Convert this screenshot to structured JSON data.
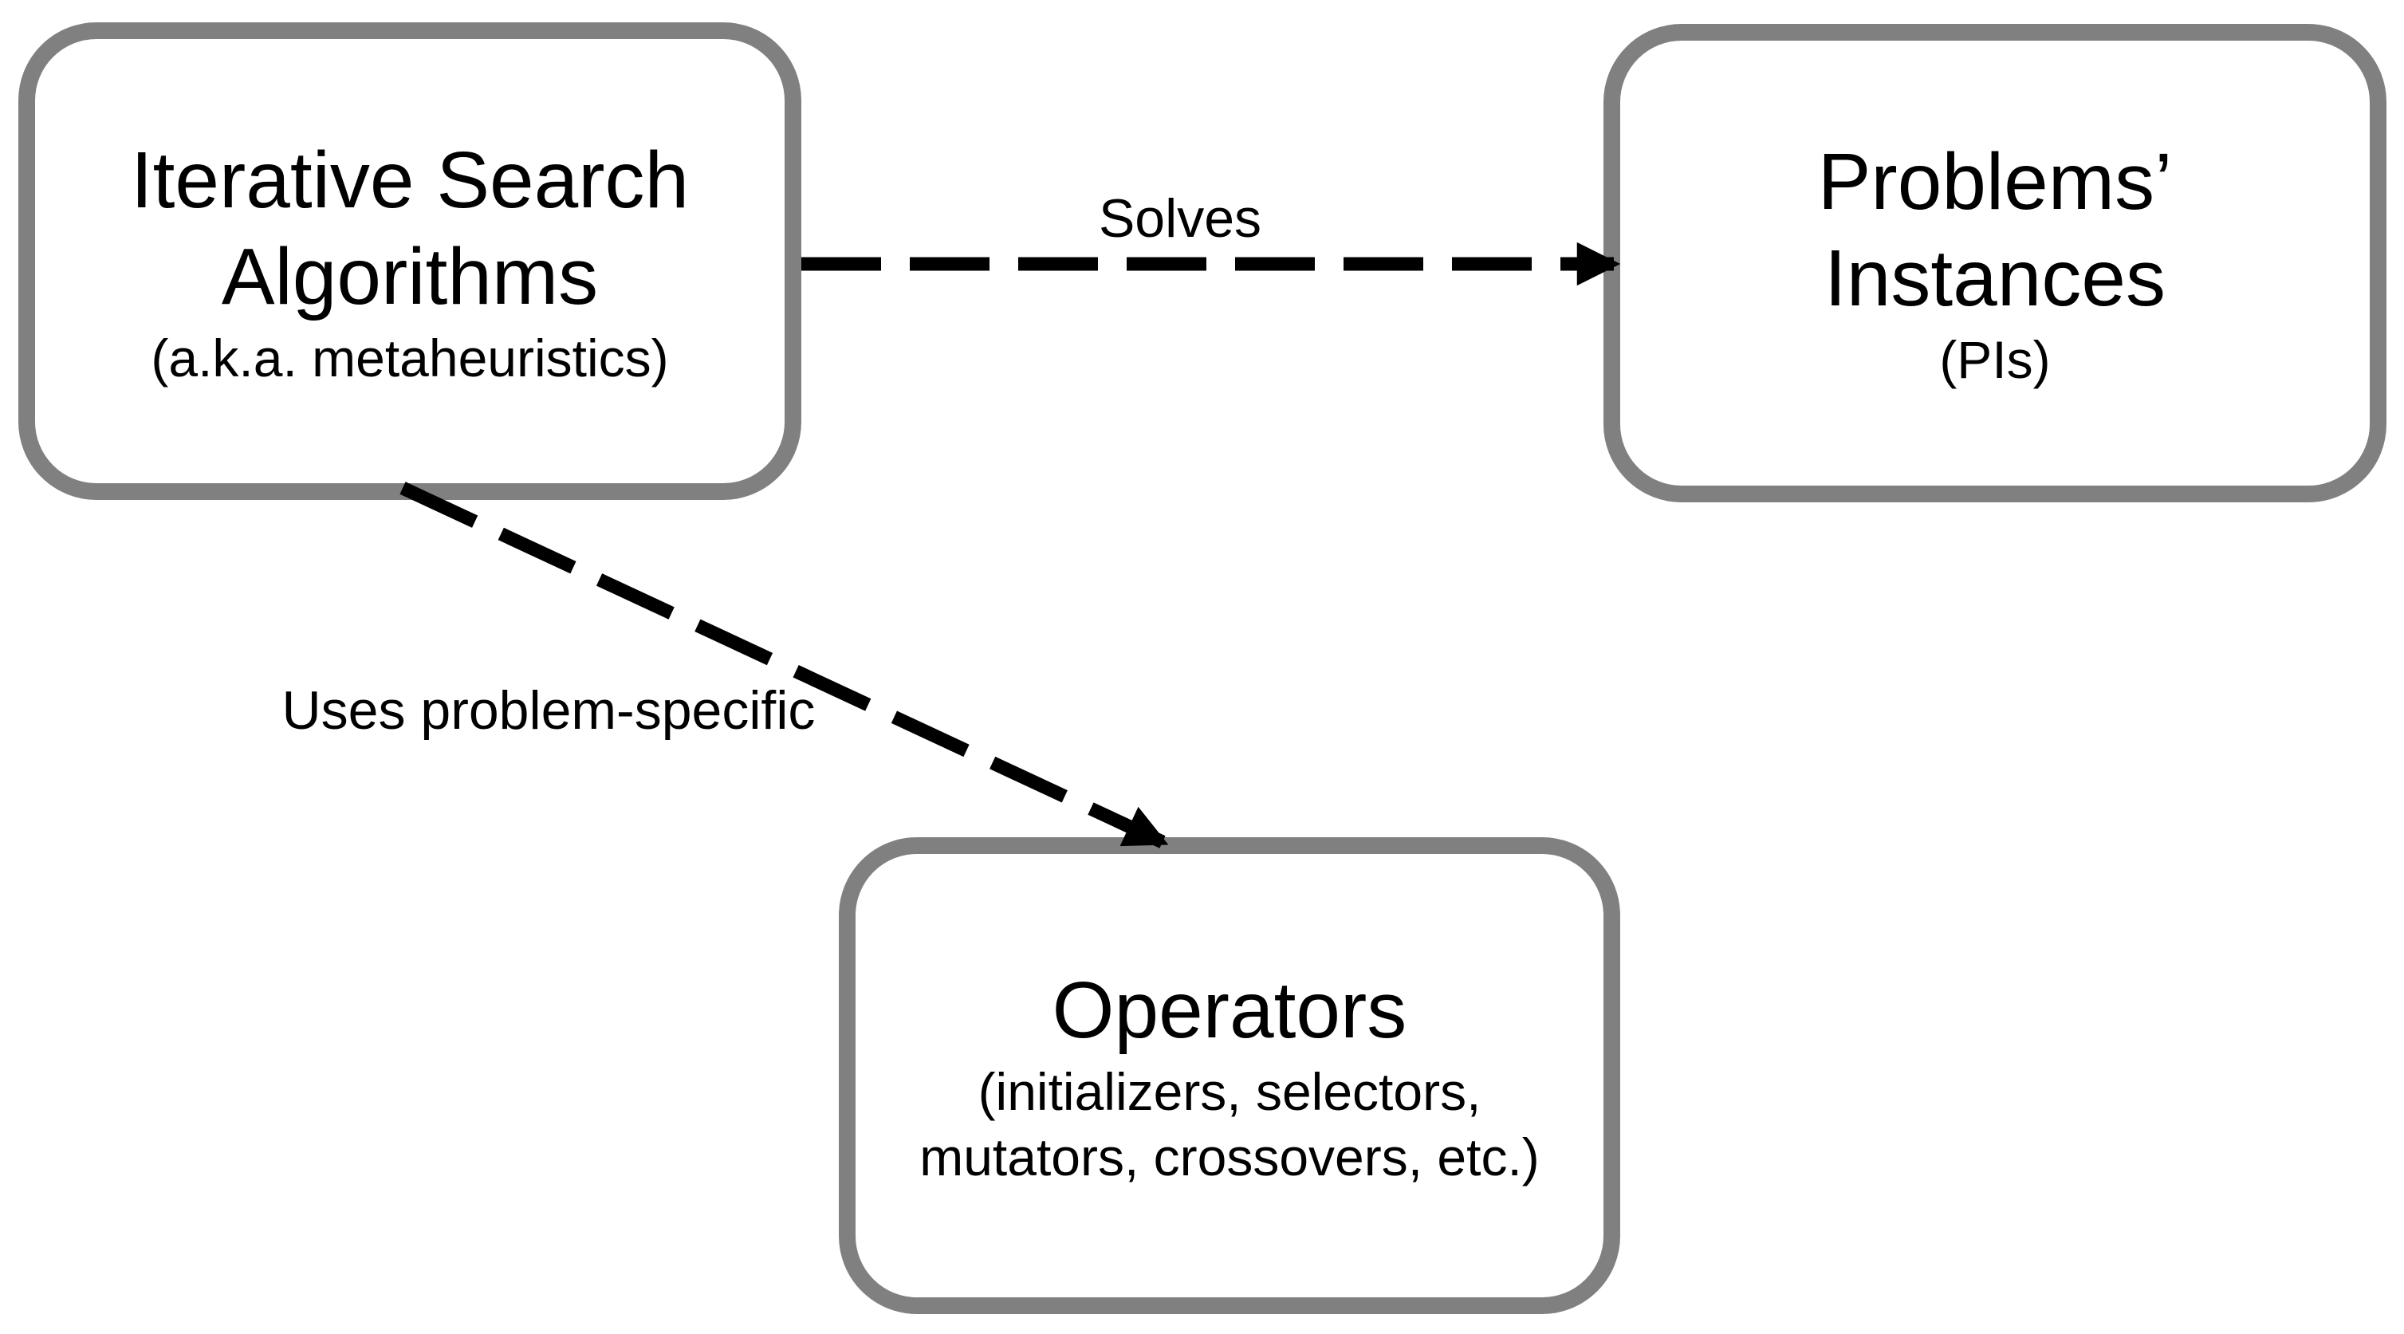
{
  "diagram": {
    "colors": {
      "background": "#ffffff",
      "box_border": "#808080",
      "box_fill": "#ffffff",
      "text": "#000000",
      "arrow": "#000000"
    },
    "boxes": {
      "algorithms": {
        "title_line1": "Iterative Search",
        "title_line2": "Algorithms",
        "subtitle": "(a.k.a. metaheuristics)"
      },
      "problems": {
        "title_line1": "Problems’",
        "title_line2": "Instances",
        "subtitle": "(PIs)"
      },
      "operators": {
        "title": "Operators",
        "subtitle_line1": "(initializers, selectors,",
        "subtitle_line2": "mutators, crossovers, etc.)"
      }
    },
    "edges": {
      "solves": {
        "label": "Solves",
        "from": "algorithms",
        "to": "problems",
        "style": "dashed"
      },
      "uses": {
        "label": "Uses problem-specific",
        "from": "algorithms",
        "to": "operators",
        "style": "dashed"
      }
    }
  }
}
